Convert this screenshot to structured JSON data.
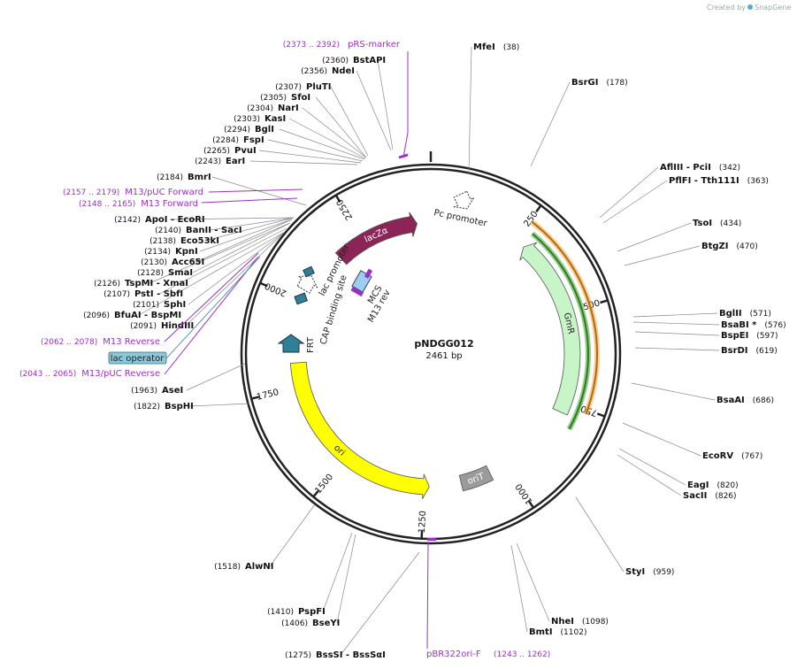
{
  "credit": {
    "prefix": "Created by",
    "brand": "SnapGene"
  },
  "plasmid": {
    "name": "pNDGG012",
    "length_label": "2461 bp",
    "total_bp": 2461
  },
  "colors": {
    "backbone": "#222222",
    "lacZa": "#8b2457",
    "GmR": "#c8f5c8",
    "ori": "#ffff00",
    "oriT": "#9b9b9b",
    "promoter": "#ffffff",
    "FRT": "#2f7f99",
    "MCS": "#9ccfee",
    "primer": "#9b30c8",
    "lac_operator": "#8dc8d8",
    "orange_primer": "#f4a437",
    "green_primer": "#3aa02a"
  },
  "ticks": [
    250,
    500,
    750,
    1000,
    1250,
    1500,
    1750,
    2000,
    2250
  ],
  "features": [
    {
      "name": "lacZα",
      "type": "arrow",
      "start": 2165,
      "end": 2420,
      "strand": 1,
      "color": "#8b2457",
      "label_color": "#ffffff"
    },
    {
      "name": "GmR",
      "type": "arrow",
      "start": 280,
      "end": 780,
      "strand": -1,
      "color": "#c8f5c8",
      "label_color": "#222222"
    },
    {
      "name": "ori",
      "type": "arrow",
      "start": 1235,
      "end": 1820,
      "strand": -1,
      "color": "#ffff00",
      "label_color": "#222222"
    },
    {
      "name": "oriT",
      "type": "box",
      "start": 1050,
      "end": 1140,
      "color": "#9b9b9b",
      "label_color": "#ffffff"
    },
    {
      "name": "Pc promoter",
      "type": "promoter",
      "position": 60,
      "color": "#ffffff",
      "label_color": "#222222"
    },
    {
      "name": "lac promoter",
      "type": "promoter",
      "position": 2040,
      "color": "#ffffff",
      "label_color": "#222222"
    },
    {
      "name": "CAP binding site",
      "type": "box",
      "start": 2000,
      "end": 2030,
      "color": "#2f7f99",
      "label_color": "#222222"
    },
    {
      "name": "FRT",
      "type": "pentagon",
      "position": 1870,
      "color": "#2f7f99",
      "label_color": "#222222"
    },
    {
      "name": "MCS",
      "type": "box",
      "start": 2090,
      "end": 2160,
      "color": "#9ccfee",
      "label_color": "#222222"
    },
    {
      "name": "M13 rev",
      "type": "box",
      "start": 2180,
      "end": 2200,
      "color": "#9b30c8",
      "label_color": "#222222"
    },
    {
      "name": "lac operator",
      "type": "box",
      "start": 2063,
      "end": 2078,
      "color": "#2f7f99",
      "label_color": "#222222"
    }
  ],
  "primer_arcs": [
    {
      "name": "orange_primer",
      "start": 255,
      "end": 760,
      "color": "#f4a437"
    },
    {
      "name": "green_primer",
      "start": 275,
      "end": 810,
      "color": "#3aa02a"
    }
  ],
  "sites": [
    {
      "name": "MfeI",
      "pos": "(38)",
      "side": "right"
    },
    {
      "name": "BsrGI",
      "pos": "(178)",
      "side": "right"
    },
    {
      "name": "AflIII",
      "extra": "PciI",
      "pos": "(342)",
      "side": "right"
    },
    {
      "name": "PflFI",
      "extra": "Tth111I",
      "pos": "(363)",
      "side": "right"
    },
    {
      "name": "TsoI",
      "pos": "(434)",
      "side": "right"
    },
    {
      "name": "BtgZI",
      "pos": "(470)",
      "side": "right"
    },
    {
      "name": "BglII",
      "pos": "(571)",
      "side": "right"
    },
    {
      "name": "BsaBI",
      "star": "*",
      "pos": "(576)",
      "side": "right"
    },
    {
      "name": "BspEI",
      "pos": "(597)",
      "side": "right"
    },
    {
      "name": "BsrDI",
      "pos": "(619)",
      "side": "right"
    },
    {
      "name": "BsaAI",
      "pos": "(686)",
      "side": "right"
    },
    {
      "name": "EcoRV",
      "pos": "(767)",
      "side": "right"
    },
    {
      "name": "EagI",
      "pos": "(820)",
      "side": "right"
    },
    {
      "name": "SacII",
      "pos": "(826)",
      "side": "right"
    },
    {
      "name": "StyI",
      "pos": "(959)",
      "side": "right"
    },
    {
      "name": "NheI",
      "pos": "(1098)",
      "side": "right"
    },
    {
      "name": "BmtI",
      "pos": "(1102)",
      "side": "right"
    },
    {
      "name": "BssSI",
      "extra": "BssSαI",
      "pos": "(1275)",
      "side": "left"
    },
    {
      "name": "BseYI",
      "pos": "(1406)",
      "side": "left"
    },
    {
      "name": "PspFI",
      "pos": "(1410)",
      "side": "left"
    },
    {
      "name": "AlwNI",
      "pos": "(1518)",
      "side": "left"
    },
    {
      "name": "BspHI",
      "pos": "(1822)",
      "side": "left"
    },
    {
      "name": "AseI",
      "pos": "(1963)",
      "side": "left"
    },
    {
      "name": "HindIII",
      "pos": "(2091)",
      "side": "left"
    },
    {
      "name": "BfuAI",
      "extra": "BspMI",
      "pos": "(2096)",
      "side": "left"
    },
    {
      "name": "SphI",
      "pos": "(2101)",
      "side": "left"
    },
    {
      "name": "PstI",
      "extra": "SbfI",
      "pos": "(2107)",
      "side": "left"
    },
    {
      "name": "TspMI",
      "extra": "XmaI",
      "pos": "(2126)",
      "side": "left"
    },
    {
      "name": "SmaI",
      "pos": "(2128)",
      "side": "left"
    },
    {
      "name": "Acc65I",
      "pos": "(2130)",
      "side": "left"
    },
    {
      "name": "KpnI",
      "pos": "(2134)",
      "side": "left"
    },
    {
      "name": "Eco53kI",
      "pos": "(2138)",
      "side": "left"
    },
    {
      "name": "BanII",
      "extra": "SacI",
      "pos": "(2140)",
      "side": "left"
    },
    {
      "name": "ApoI",
      "extra": "EcoRI",
      "pos": "(2142)",
      "side": "left"
    },
    {
      "name": "BmrI",
      "pos": "(2184)",
      "side": "left"
    },
    {
      "name": "EarI",
      "pos": "(2243)",
      "side": "left"
    },
    {
      "name": "PvuI",
      "pos": "(2265)",
      "side": "left"
    },
    {
      "name": "FspI",
      "pos": "(2284)",
      "side": "left"
    },
    {
      "name": "BglI",
      "pos": "(2294)",
      "side": "left"
    },
    {
      "name": "KasI",
      "pos": "(2303)",
      "side": "left"
    },
    {
      "name": "NarI",
      "pos": "(2304)",
      "side": "left"
    },
    {
      "name": "SfoI",
      "pos": "(2305)",
      "side": "left"
    },
    {
      "name": "PluTI",
      "pos": "(2307)",
      "side": "left"
    },
    {
      "name": "NdeI",
      "pos": "(2356)",
      "side": "left"
    },
    {
      "name": "BstAPI",
      "pos": "(2360)",
      "side": "left"
    }
  ],
  "primers": [
    {
      "name": "pRS-marker",
      "range": "(2373 .. 2392)"
    },
    {
      "name": "M13/pUC Forward",
      "range": "(2157 .. 2179)"
    },
    {
      "name": "M13 Forward",
      "range": "(2148 .. 2165)"
    },
    {
      "name": "M13 Reverse",
      "range": "(2062 .. 2078)"
    },
    {
      "name": "M13/pUC Reverse",
      "range": "(2043 .. 2065)"
    },
    {
      "name": "pBR322ori-F",
      "range": "(1243 .. 1262)"
    }
  ],
  "lac_operator_label": "lac operator"
}
